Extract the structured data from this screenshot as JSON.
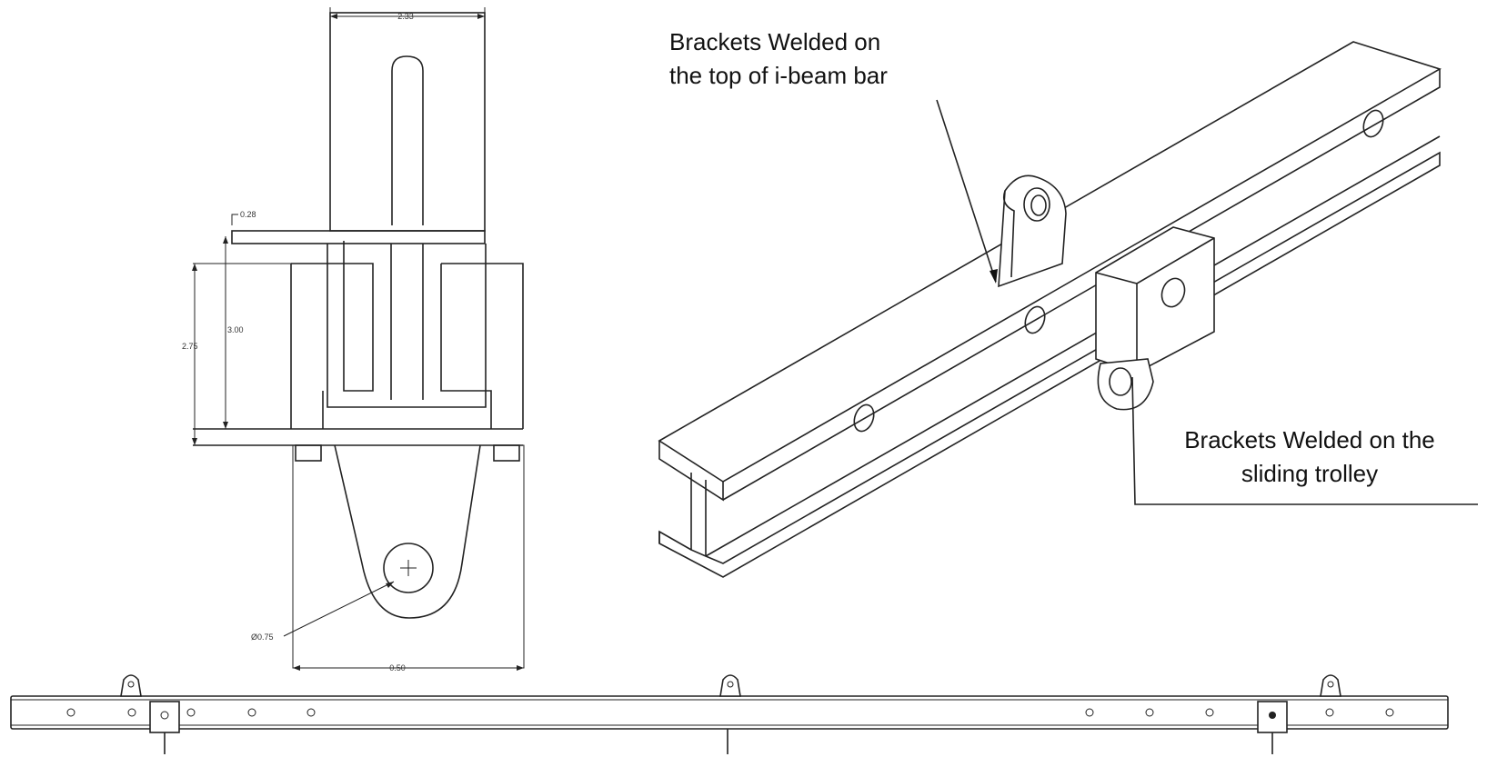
{
  "callouts": {
    "top_bracket": [
      "Brackets Welded on",
      "the top of i-beam bar"
    ],
    "trolley_bracket": [
      "Brackets Welded on the",
      "sliding trolley"
    ]
  },
  "dimensions": {
    "top_width": "2.33",
    "flange_thickness": "0.28",
    "height_inner": "3.00",
    "height_outer": "2.75",
    "hole_diameter": "Ø0.75",
    "bottom_width": "0.50"
  }
}
